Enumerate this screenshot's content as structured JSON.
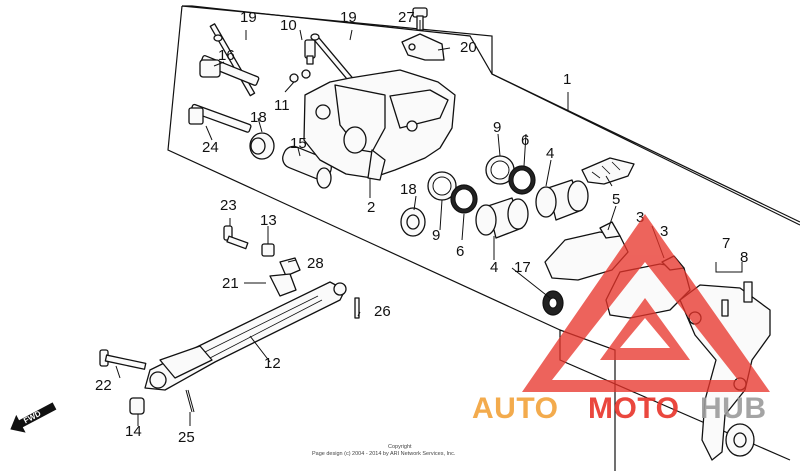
{
  "callouts": {
    "n1": "1",
    "n2": "2",
    "n3a": "3",
    "n3b": "3",
    "n4a": "4",
    "n4b": "4",
    "n5": "5",
    "n6a": "6",
    "n6b": "6",
    "n7": "7",
    "n8": "8",
    "n9a": "9",
    "n9b": "9",
    "n10": "10",
    "n11": "11",
    "n12": "12",
    "n13": "13",
    "n14": "14",
    "n15": "15",
    "n16": "16",
    "n17": "17",
    "n18a": "18",
    "n18b": "18",
    "n19a": "19",
    "n19b": "19",
    "n20": "20",
    "n21": "21",
    "n22": "22",
    "n23": "23",
    "n24": "24",
    "n25": "25",
    "n26": "26",
    "n27": "27",
    "n28": "28"
  },
  "fwd_label": "FWD",
  "copyright": {
    "line1": "Copyright",
    "line2": "Page design (c) 2004 - 2014 by ARI Network Services, Inc."
  },
  "watermark": {
    "word_part1": "AUTO",
    "word_part2": "MOTO",
    "word_part3": "HUB",
    "colors": {
      "triangle": "#e8342a",
      "auto": "#f2a23a",
      "moto": "#e8342a",
      "hub": "#9b9b9b"
    }
  }
}
